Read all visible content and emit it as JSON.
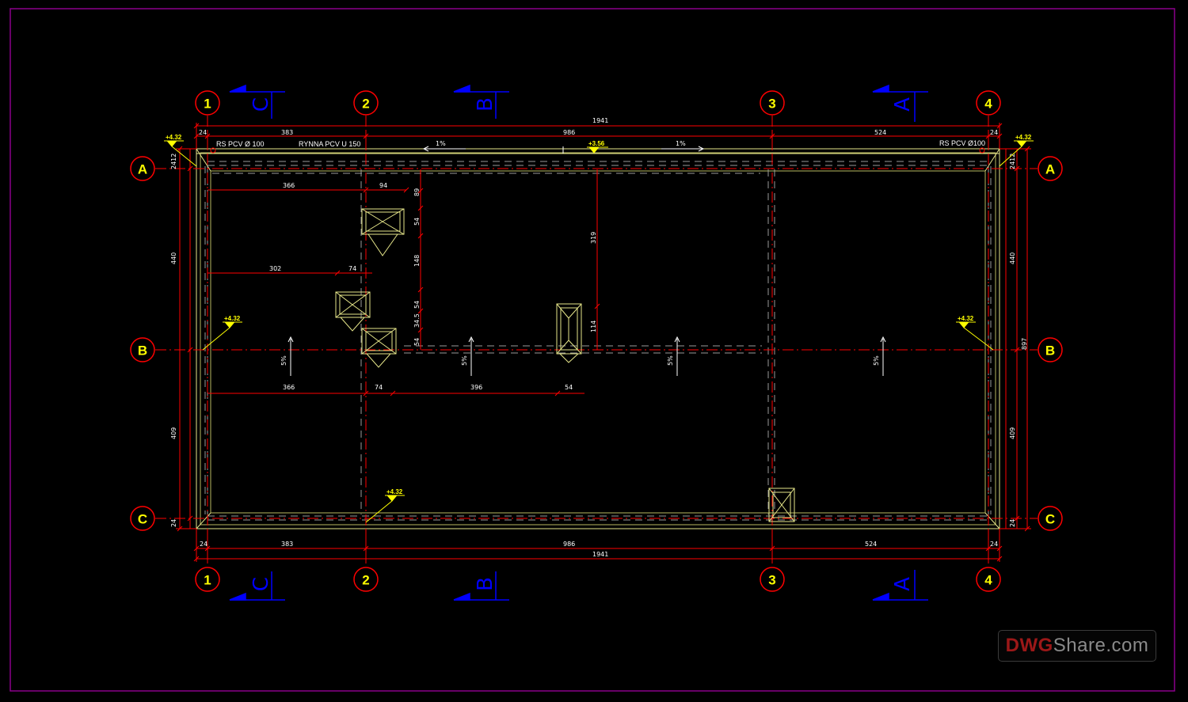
{
  "grid_bubbles": {
    "columns": [
      "1",
      "2",
      "3",
      "4"
    ],
    "rows": [
      "A",
      "B",
      "C"
    ]
  },
  "section_markers": [
    "C",
    "B",
    "A"
  ],
  "dimensions": {
    "top_overall": "1941",
    "top_segments": [
      "24",
      "383",
      "986",
      "524",
      "24"
    ],
    "bottom_overall": "1941",
    "bottom_segments": [
      "24",
      "383",
      "986",
      "524",
      "24"
    ],
    "left_side": [
      "2412",
      "440",
      "409",
      "24"
    ],
    "right_side": [
      "2412",
      "440",
      "897",
      "409",
      "24"
    ],
    "interior": {
      "d366_top": "366",
      "d94": "94",
      "d302": "302",
      "d74_mid": "74",
      "d366_low": "366",
      "d74_low": "74",
      "d396": "396",
      "d54_low": "54",
      "v89": "89",
      "v54_a": "54",
      "v148": "148",
      "v54_b": "54",
      "v34_5": "34.5",
      "v54_c": "54",
      "v319": "319",
      "v114": "114"
    }
  },
  "notes": {
    "downpipe_left": "RS PCV Ø 100",
    "gutter": "RYNNA PCV U 150",
    "downpipe_right": "RS PCV Ø100",
    "slope_gutter_left": "1%",
    "slope_gutter_right": "1%",
    "roof_slope": "5%"
  },
  "elevations": {
    "top_left": "+4.32",
    "top_right": "+4.32",
    "ridge": "+3.56",
    "left_mid": "+4.32",
    "right_mid": "+4.32",
    "bottom_inner": "+4.32"
  },
  "watermark": {
    "brand_part1": "DWG",
    "brand_part2": "Share.com"
  },
  "colors": {
    "background": "#000000",
    "frame": "#8b008b",
    "outline": "#e6e68a",
    "dimension": "#ff0000",
    "grid_bubble_fill": "#000000",
    "grid_bubble_stroke": "#ff0000",
    "grid_text": "#ffff00",
    "section_marker": "#0000ff"
  }
}
